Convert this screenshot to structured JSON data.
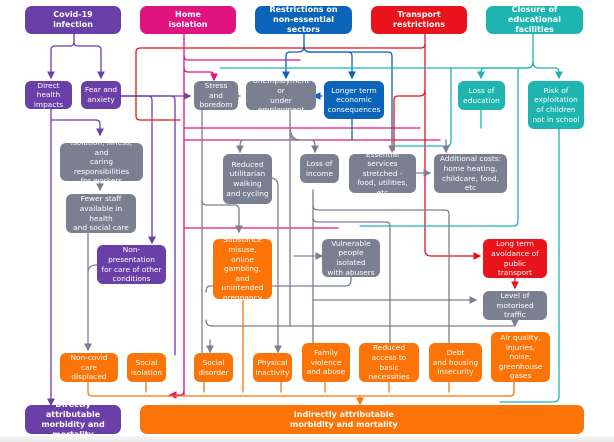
{
  "diagram": {
    "colors": {
      "covid": "#6b3fa8",
      "home_isolation": "#e0147f",
      "restrictions": "#0b64b8",
      "transport": "#e8131b",
      "education": "#1eb5b0",
      "intermediate": "#7b8090",
      "outcome": "#fc7407"
    },
    "top_causes": {
      "covid": "Covid-19\ninfection",
      "home_isolation": "Home\nisolation",
      "restrictions": "Restrictions on\nnon-essential sectors",
      "transport": "Transport\nrestrictions",
      "education": "Closure of\neducational facilities"
    },
    "second_row": {
      "direct_health": "Direct health\nimpacts",
      "fear_anxiety": "Fear and\nanxiety",
      "stress_boredom": "Stress and\nboredom",
      "unemployment": "Unemployment or\nunder employment",
      "longer_term": "Longer term\neconomic\nconsequences",
      "loss_education": "Loss of\neducation",
      "risk_exploitation": "Risk of\nexploitation\nof children\nnot in school"
    },
    "middle": {
      "isolation_illness": "Isolation, illness, and\ncaring responsibilities\nfor workers",
      "fewer_staff": "Fewer staff\navailable in health\nand social care",
      "non_presentation": "Non-presentation\nfor care of other\nconditions",
      "reduced_walking": "Reduced\nutilitarian\nwalking\nand cycling",
      "loss_income": "Loss of\nincome",
      "essential_services": "Essential services\nstretched -\nfood, utilities, etc",
      "additional_costs": "Additional costs:\nhome heating,\nchildcare, food, etc",
      "substance_misuse": "Substance\nmisuse,\nonline gambling,\nand unintended\npregnancy",
      "vulnerable_people": "Vulnerable\npeople isolated\nwith abusers",
      "avoidance_transport": "Long term\navoidance of\npublic transport",
      "motorised_traffic": "Level of\nmotorised traffic"
    },
    "outcomes": {
      "non_covid_care": "Non-covid care\ndisplaced",
      "social_isolation": "Social\nisolation",
      "social_disorder": "Social\ndisorder",
      "physical_inactivity": "Physical\ninactivity",
      "family_violence": "Family\nviolence\nand abuse",
      "reduced_access": "Reduced\naccess to basic\nnecessities",
      "debt_housing": "Debt\nand housing\ninsecurity",
      "air_quality": "Air quality,\ninjuries, noise,\ngreenhouse\ngases"
    },
    "final": {
      "direct": "Directly attributable\nmorbidity and mortality",
      "indirect": "Indirectly attributable\nmorbidity and mortality"
    }
  }
}
